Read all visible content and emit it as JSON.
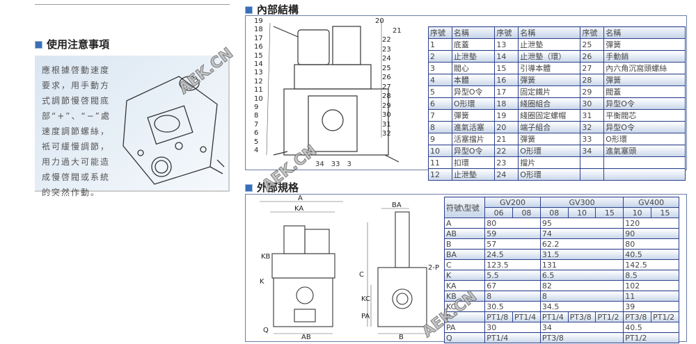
{
  "notes": {
    "title": "使用注意事項",
    "text": "應根據啓動速度要求，用手動方式調節慢啓閥底部“+”、“−”處速度調節螺絲，衹可緩慢調節，用力過大可能造成慢啓閥或系統的突然作動。"
  },
  "internal": {
    "title": "內部結構",
    "headers": [
      "序號",
      "名稱",
      "序號",
      "名稱",
      "序號",
      "名稱"
    ],
    "rows": [
      [
        "1",
        "底蓋",
        "13",
        "止泄墊",
        "25",
        "彈簧"
      ],
      [
        "2",
        "止泄墊",
        "14",
        "止泄墊（環）",
        "26",
        "手動銷"
      ],
      [
        "3",
        "閥心",
        "15",
        "引導本體",
        "27",
        "內六角沉窩頭螺絲"
      ],
      [
        "4",
        "本體",
        "16",
        "彈簧",
        "28",
        "彈簧"
      ],
      [
        "5",
        "异型O令",
        "17",
        "固定鐵片",
        "29",
        "閥蓋"
      ],
      [
        "6",
        "O形環",
        "18",
        "綫圈組合",
        "30",
        "异型O令"
      ],
      [
        "7",
        "彈簧",
        "19",
        "綫圈固定螺帽",
        "31",
        "平衡閥芯"
      ],
      [
        "8",
        "進氣活塞",
        "20",
        "端子組合",
        "32",
        "异型O令"
      ],
      [
        "9",
        "活塞擋片",
        "21",
        "彈簧",
        "33",
        "O形環"
      ],
      [
        "10",
        "异型O令",
        "22",
        "O形環",
        "34",
        "進氣塞頭"
      ],
      [
        "11",
        "扣環",
        "23",
        "擋片",
        "",
        ""
      ],
      [
        "12",
        "止泄墊",
        "24",
        "O形環",
        "",
        ""
      ]
    ],
    "callouts_left": [
      "19",
      "18",
      "17",
      "16",
      "15",
      "14",
      "13",
      "12",
      "11",
      "10",
      "9",
      "8",
      "7",
      "6",
      "5",
      "4"
    ],
    "callouts_right": [
      "20",
      "21",
      "22",
      "23",
      "24",
      "25",
      "26",
      "27",
      "28",
      "29",
      "30",
      "31",
      "32"
    ],
    "callouts_bottom": [
      "34",
      "33",
      "3"
    ]
  },
  "external": {
    "title": "外部規格",
    "corner": "符號\\型號",
    "models": [
      "GV200",
      "GV300",
      "GV400"
    ],
    "sizes": [
      "06",
      "08",
      "08",
      "10",
      "15",
      "10",
      "15"
    ],
    "rows": [
      {
        "k": "A",
        "v": [
          "80",
          "95",
          "120"
        ]
      },
      {
        "k": "AB",
        "v": [
          "59",
          "74",
          "90"
        ]
      },
      {
        "k": "B",
        "v": [
          "57",
          "62.2",
          "80"
        ]
      },
      {
        "k": "BA",
        "v": [
          "24.5",
          "31.5",
          "40.5"
        ]
      },
      {
        "k": "C",
        "v": [
          "123.5",
          "131",
          "142.5"
        ]
      },
      {
        "k": "K",
        "v": [
          "5.5",
          "6.5",
          "8.5"
        ]
      },
      {
        "k": "KA",
        "v": [
          "67",
          "82",
          "102"
        ]
      },
      {
        "k": "KB",
        "v": [
          "8",
          "8",
          "11"
        ]
      },
      {
        "k": "KC",
        "v": [
          "30.5",
          "34.5",
          "39"
        ]
      },
      {
        "k": "P",
        "p": [
          "PT1/8",
          "PT1/4",
          "PT1/4",
          "PT3/8",
          "PT1/2",
          "PT3/8",
          "PT1/2"
        ]
      },
      {
        "k": "PA",
        "v": [
          "30",
          "34",
          "40.5"
        ]
      },
      {
        "k": "Q",
        "v": [
          "PT1/4",
          "PT3/8",
          "PT1/2"
        ]
      }
    ],
    "dims": [
      "A",
      "KA",
      "KB",
      "K",
      "AB",
      "Q",
      "C",
      "KC",
      "PA",
      "B",
      "BA",
      "2-P"
    ]
  },
  "watermark": "AEK.CN"
}
